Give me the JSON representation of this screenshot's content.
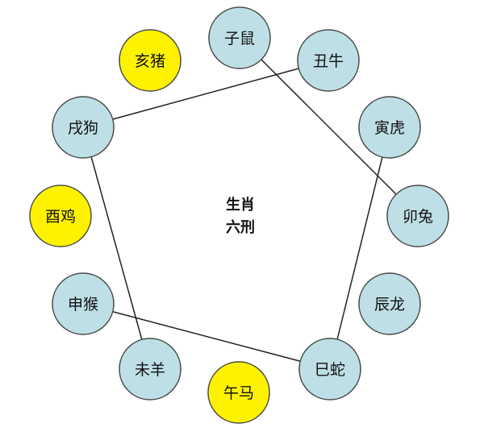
{
  "title_lines": [
    "生肖",
    "六刑"
  ],
  "colors": {
    "default_fill": "#bedfe6",
    "highlight_fill": "#fff200"
  },
  "nodes": [
    {
      "id": "zi",
      "label": "子鼠",
      "highlight": false
    },
    {
      "id": "chou",
      "label": "丑牛",
      "highlight": false
    },
    {
      "id": "yin",
      "label": "寅虎",
      "highlight": false
    },
    {
      "id": "mao",
      "label": "卯兔",
      "highlight": false
    },
    {
      "id": "chen",
      "label": "辰龙",
      "highlight": false
    },
    {
      "id": "si",
      "label": "巳蛇",
      "highlight": false
    },
    {
      "id": "wu",
      "label": "午马",
      "highlight": true
    },
    {
      "id": "wei",
      "label": "未羊",
      "highlight": false
    },
    {
      "id": "shen",
      "label": "申猴",
      "highlight": false
    },
    {
      "id": "you",
      "label": "酉鸡",
      "highlight": true
    },
    {
      "id": "xu",
      "label": "戌狗",
      "highlight": false
    },
    {
      "id": "hai",
      "label": "亥猪",
      "highlight": true
    }
  ],
  "edges": [
    [
      "zi",
      "mao"
    ],
    [
      "chou",
      "xu"
    ],
    [
      "xu",
      "wei"
    ],
    [
      "yin",
      "si"
    ],
    [
      "shen",
      "si"
    ]
  ]
}
